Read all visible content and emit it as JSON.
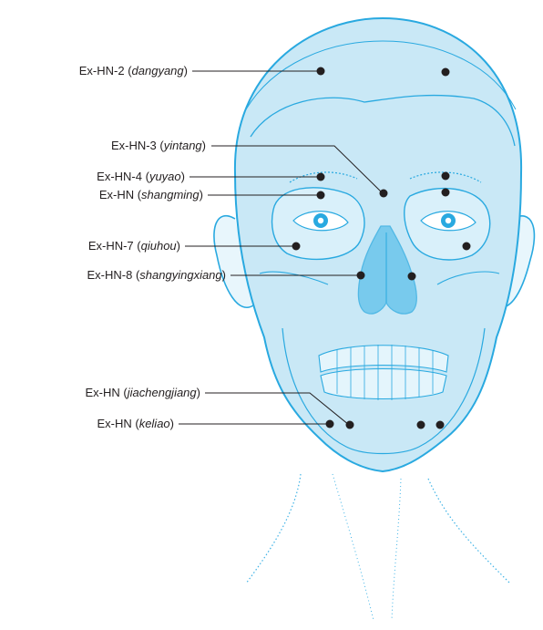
{
  "colors": {
    "skin_fill": "#c9e8f6",
    "line": "#29a9e0",
    "stipple": "#3fb3e6",
    "point": "#231f20",
    "label": "#231f20"
  },
  "labels": [
    {
      "code": "Ex-HN-2",
      "name": "dangyang"
    },
    {
      "code": "Ex-HN-3",
      "name": "yintang"
    },
    {
      "code": "Ex-HN-4",
      "name": "yuyao"
    },
    {
      "code": "Ex-HN",
      "name": "shangming"
    },
    {
      "code": "Ex-HN-7",
      "name": "qiuhou"
    },
    {
      "code": "Ex-HN-8",
      "name": "shangyingxiang"
    },
    {
      "code": "Ex-HN",
      "name": "jiachengjiang"
    },
    {
      "code": "Ex-HN",
      "name": "keliao"
    }
  ]
}
